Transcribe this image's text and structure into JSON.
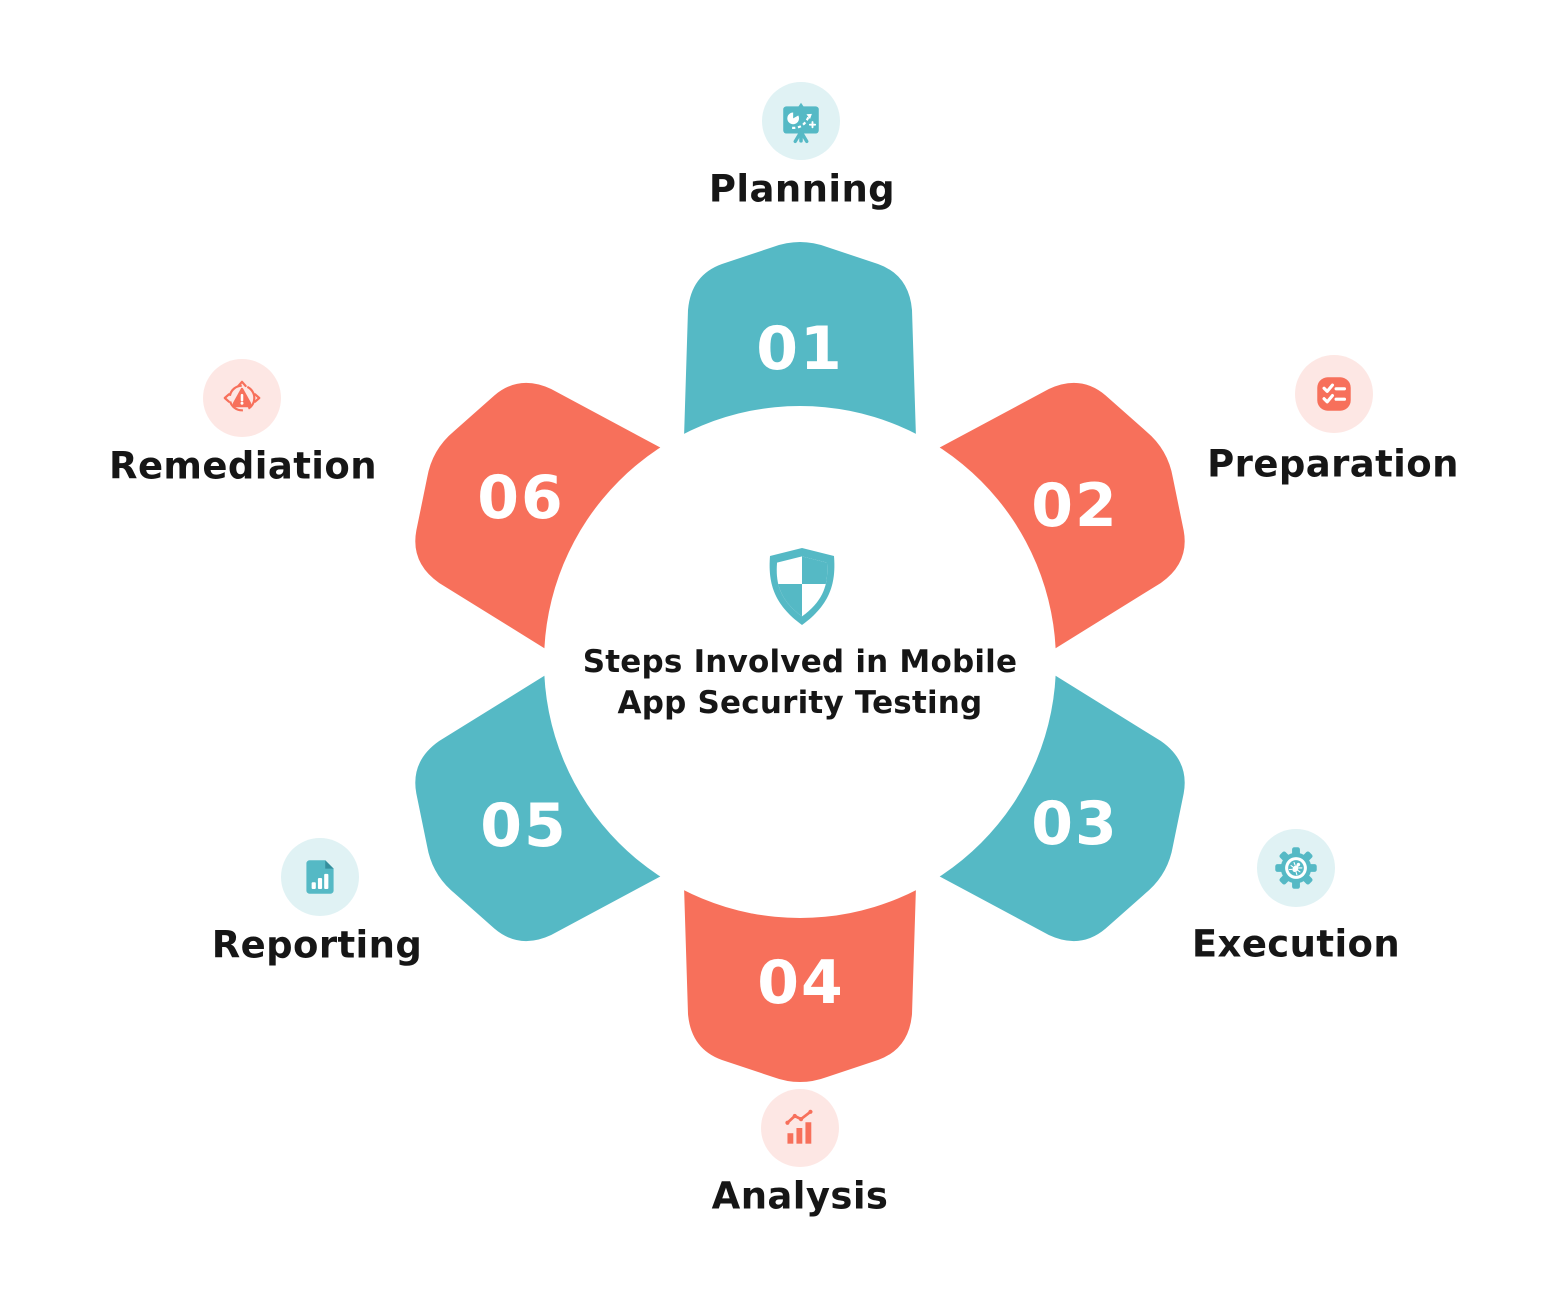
{
  "center": {
    "icon": "shield-icon",
    "title_line1": "Steps Involved in Mobile",
    "title_line2": "App Security Testing"
  },
  "steps": [
    {
      "number": "01",
      "label": "Planning",
      "petal_color": "#55B9C5",
      "icon": "presentation-strategy-icon",
      "icon_bg": "#E0F2F4"
    },
    {
      "number": "02",
      "label": "Preparation",
      "petal_color": "#F7705B",
      "icon": "checklist-icon",
      "icon_bg": "#FDE7E4"
    },
    {
      "number": "03",
      "label": "Execution",
      "petal_color": "#55B9C5",
      "icon": "gear-bug-icon",
      "icon_bg": "#E0F2F4"
    },
    {
      "number": "04",
      "label": "Analysis",
      "petal_color": "#F7705B",
      "icon": "growth-chart-icon",
      "icon_bg": "#FDE7E4"
    },
    {
      "number": "05",
      "label": "Reporting",
      "petal_color": "#55B9C5",
      "icon": "report-document-icon",
      "icon_bg": "#E0F2F4"
    },
    {
      "number": "06",
      "label": "Remediation",
      "petal_color": "#F7705B",
      "icon": "alert-spread-icon",
      "icon_bg": "#FDE7E4"
    }
  ],
  "colors": {
    "teal": "#55B9C5",
    "coral": "#F7705B",
    "teal_light": "#E0F2F4",
    "coral_light": "#FDE7E4",
    "text": "#161616",
    "background": "#FFFFFF"
  }
}
